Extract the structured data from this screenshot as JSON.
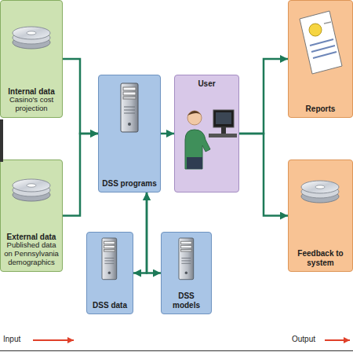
{
  "diagram": {
    "nodes": [
      {
        "text": [
          "Internal data",
          "Casino's cost projection"
        ]
      },
      {
        "text": [
          "External data",
          "Published data on Pennsylvania demographics"
        ]
      },
      {
        "text": [
          "DSS programs"
        ]
      },
      {
        "text": [
          "User"
        ]
      },
      {
        "text": [
          "DSS data"
        ]
      },
      {
        "text": [
          "DSS models"
        ]
      },
      {
        "text": [
          "Reports"
        ]
      },
      {
        "text": [
          "Feedback to system"
        ]
      }
    ],
    "edges": [
      {
        "from": 0,
        "to": 2,
        "arrow": "to"
      },
      {
        "from": 1,
        "to": 2,
        "arrow": "to"
      },
      {
        "from": 2,
        "to": 3,
        "arrow": "to"
      },
      {
        "from": 3,
        "to": 6,
        "arrow": "to"
      },
      {
        "from": 3,
        "to": 7,
        "arrow": "to"
      },
      {
        "from": 2,
        "to": 4,
        "arrow": "both"
      },
      {
        "from": 2,
        "to": 5,
        "arrow": "both"
      }
    ],
    "labels": [
      "Input",
      "Output"
    ]
  }
}
